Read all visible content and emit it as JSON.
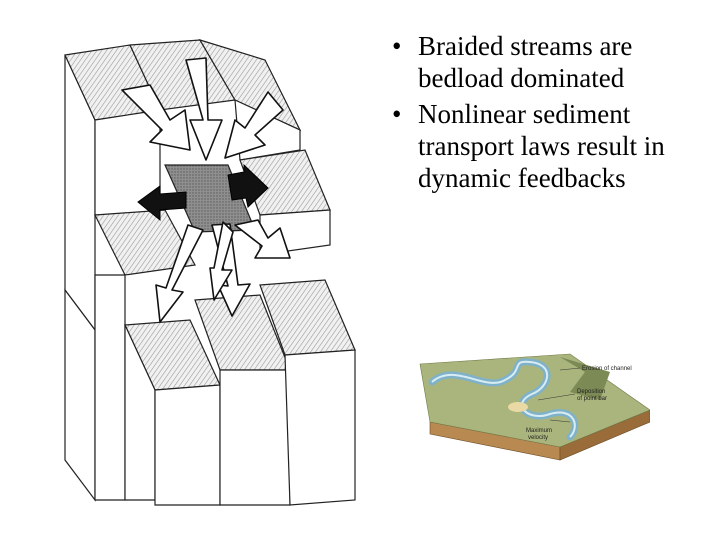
{
  "bullets": [
    "Braided streams are bedload dominated",
    "Nonlinear sediment transport laws result in dynamic feedbacks"
  ],
  "bullet_symbol": "•",
  "inset_labels": {
    "erosion": "Erosion of channel",
    "deposition_line1": "Deposition",
    "deposition_line2": "of point bar",
    "velocity_line1": "Maximum",
    "velocity_line2": "velocity"
  },
  "colors": {
    "block_face": "#ffffff",
    "hatch_top": "#d6d6d6",
    "center_cell": "#8c8c8c",
    "arrow_dark": "#111111",
    "inset_land": "#a9b57c",
    "inset_water": "#7fb2c9",
    "inset_soil": "#b98952"
  }
}
